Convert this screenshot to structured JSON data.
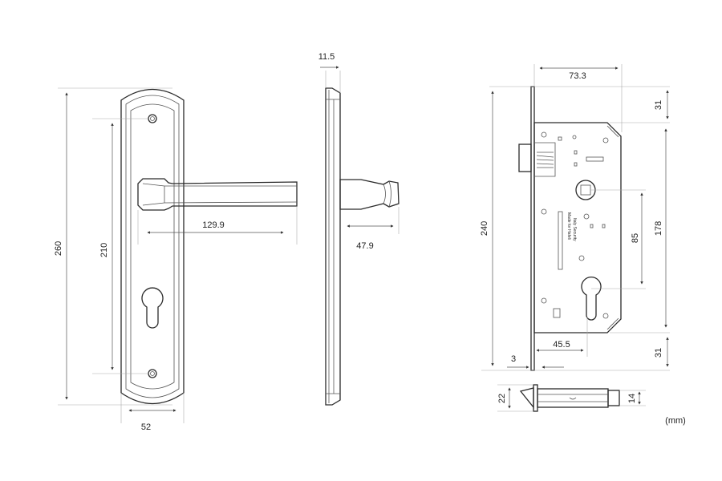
{
  "front_view": {
    "height": "260",
    "hole_spacing": "210",
    "lever_length": "129.9",
    "width": "52"
  },
  "side_view": {
    "thickness": "11.5",
    "lever_projection": "47.9"
  },
  "lock_body": {
    "height": "240",
    "backset_width": "73.3",
    "top_offset": "31",
    "case_height": "178",
    "center_distance": "85",
    "bottom_offset": "31",
    "backset": "45.5",
    "faceplate_thickness": "3",
    "engraving_line1": "Made for Hafeli",
    "engraving_line2": "Italy Security"
  },
  "bottom_view": {
    "faceplate_width": "22",
    "body_width": "14"
  },
  "unit_label": "(mm)"
}
